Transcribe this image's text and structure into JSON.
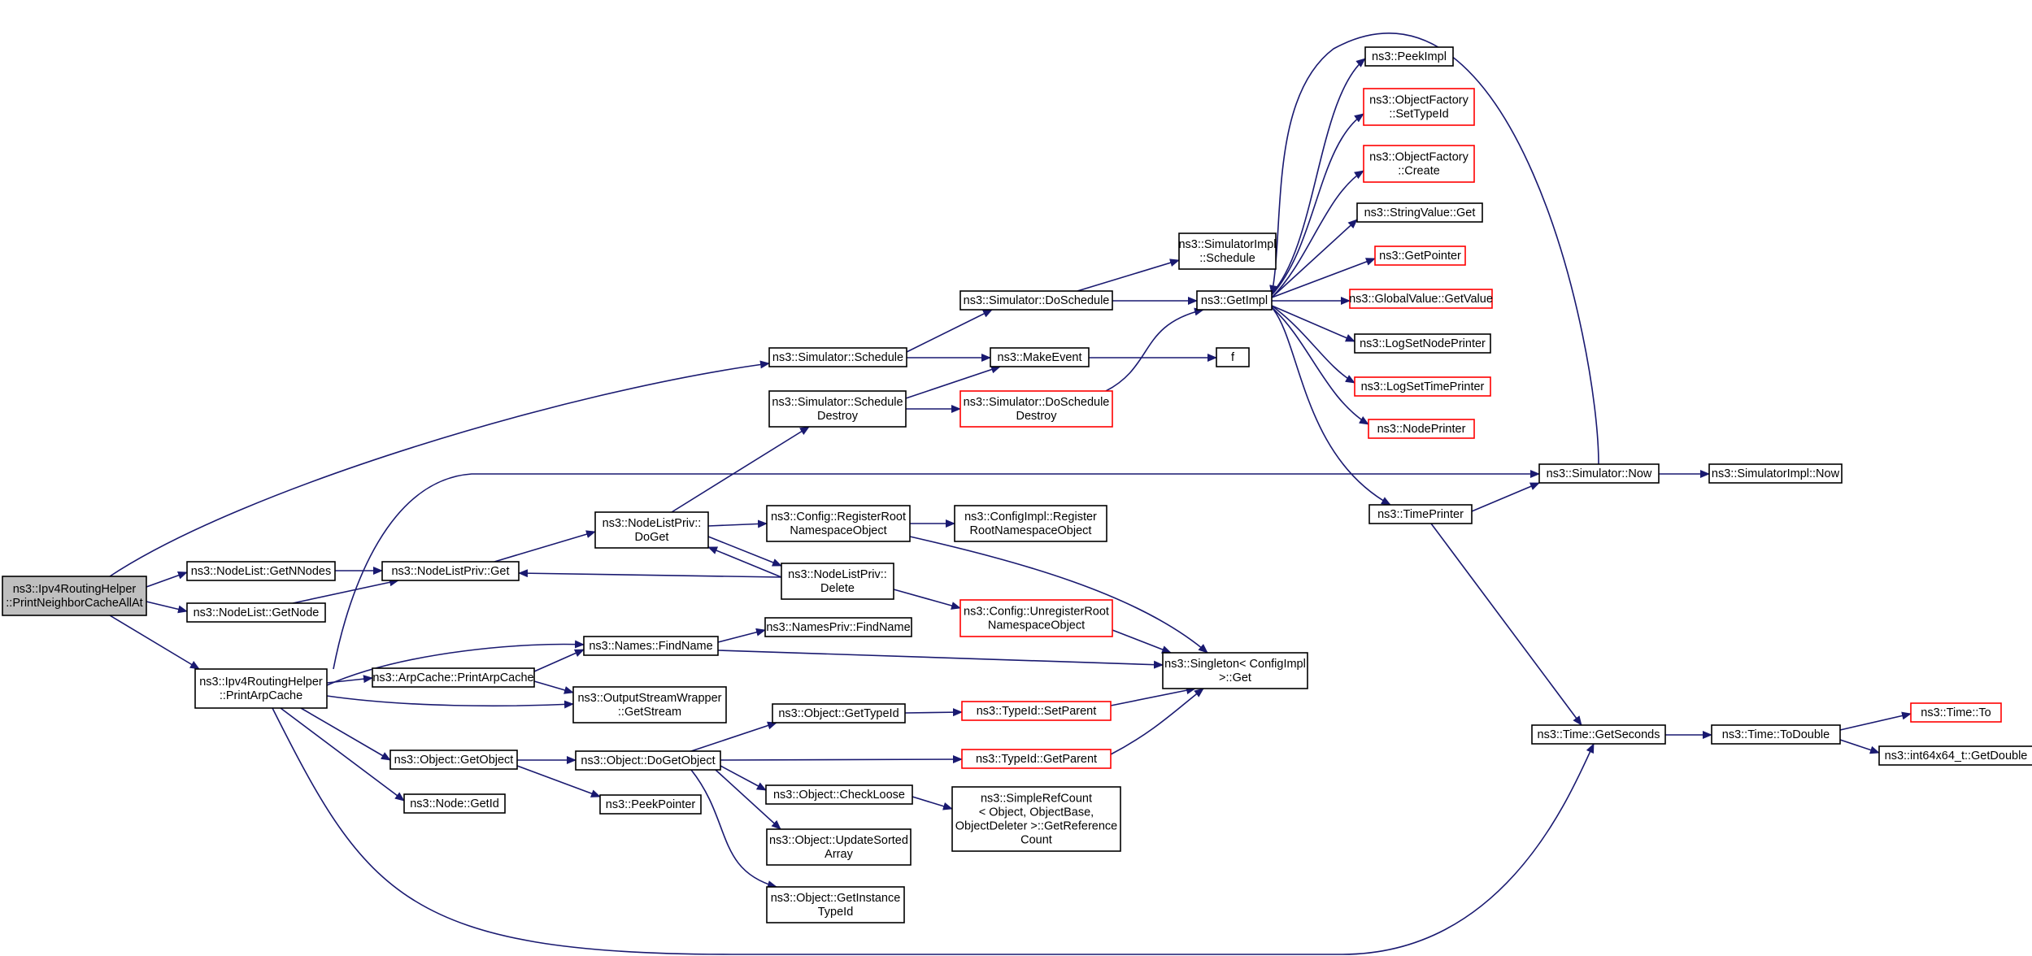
{
  "colors": {
    "edge": "#191970",
    "root_fill": "#bfbfbf",
    "node_fill": "#ffffff",
    "node_border": "#000000",
    "truncated_border": "#ff0000"
  },
  "nodes": [
    {
      "id": "root",
      "lines": [
        "ns3::Ipv4RoutingHelper",
        "::PrintNeighborCacheAllAt"
      ],
      "style": "root"
    },
    {
      "id": "getnnodes",
      "lines": [
        "ns3::NodeList::GetNNodes"
      ],
      "style": "normal"
    },
    {
      "id": "getnode",
      "lines": [
        "ns3::NodeList::GetNode"
      ],
      "style": "normal"
    },
    {
      "id": "printarpcache",
      "lines": [
        "ns3::Ipv4RoutingHelper",
        "::PrintArpCache"
      ],
      "style": "normal"
    },
    {
      "id": "nlp_get",
      "lines": [
        "ns3::NodeListPriv::Get"
      ],
      "style": "normal"
    },
    {
      "id": "nlp_doget",
      "lines": [
        "ns3::NodeListPriv::",
        "DoGet"
      ],
      "style": "normal"
    },
    {
      "id": "sched",
      "lines": [
        "ns3::Simulator::Schedule"
      ],
      "style": "normal"
    },
    {
      "id": "doschedule",
      "lines": [
        "ns3::Simulator::DoSchedule"
      ],
      "style": "normal"
    },
    {
      "id": "impl_schedule",
      "lines": [
        "ns3::SimulatorImpl",
        "::Schedule"
      ],
      "style": "normal"
    },
    {
      "id": "makeevent",
      "lines": [
        "ns3::MakeEvent"
      ],
      "style": "normal"
    },
    {
      "id": "f",
      "lines": [
        "f"
      ],
      "style": "normal"
    },
    {
      "id": "sched_destroy",
      "lines": [
        "ns3::Simulator::Schedule",
        "Destroy"
      ],
      "style": "normal"
    },
    {
      "id": "dosched_destroy",
      "lines": [
        "ns3::Simulator::DoSchedule",
        "Destroy"
      ],
      "style": "truncated"
    },
    {
      "id": "getimpl",
      "lines": [
        "ns3::GetImpl"
      ],
      "style": "normal"
    },
    {
      "id": "peekimpl",
      "lines": [
        "ns3::PeekImpl"
      ],
      "style": "normal"
    },
    {
      "id": "of_settypeid",
      "lines": [
        "ns3::ObjectFactory",
        "::SetTypeId"
      ],
      "style": "truncated"
    },
    {
      "id": "of_create",
      "lines": [
        "ns3::ObjectFactory",
        "::Create"
      ],
      "style": "truncated"
    },
    {
      "id": "stringvalue_get",
      "lines": [
        "ns3::StringValue::Get"
      ],
      "style": "normal"
    },
    {
      "id": "getpointer",
      "lines": [
        "ns3::GetPointer"
      ],
      "style": "truncated"
    },
    {
      "id": "globalvalue_getvalue",
      "lines": [
        "ns3::GlobalValue::GetValue"
      ],
      "style": "truncated"
    },
    {
      "id": "logsetnodeprinter",
      "lines": [
        "ns3::LogSetNodePrinter"
      ],
      "style": "normal"
    },
    {
      "id": "logsettimeprinter",
      "lines": [
        "ns3::LogSetTimePrinter"
      ],
      "style": "truncated"
    },
    {
      "id": "nodeprinter",
      "lines": [
        "ns3::NodePrinter"
      ],
      "style": "truncated"
    },
    {
      "id": "timeprinter",
      "lines": [
        "ns3::TimePrinter"
      ],
      "style": "normal"
    },
    {
      "id": "sim_now",
      "lines": [
        "ns3::Simulator::Now"
      ],
      "style": "normal"
    },
    {
      "id": "simimpl_now",
      "lines": [
        "ns3::SimulatorImpl::Now"
      ],
      "style": "normal"
    },
    {
      "id": "cfg_register",
      "lines": [
        "ns3::Config::RegisterRoot",
        "NamespaceObject"
      ],
      "style": "normal"
    },
    {
      "id": "cfgimpl_register",
      "lines": [
        "ns3::ConfigImpl::Register",
        "RootNamespaceObject"
      ],
      "style": "normal"
    },
    {
      "id": "nlp_delete",
      "lines": [
        "ns3::NodeListPriv::",
        "Delete"
      ],
      "style": "normal"
    },
    {
      "id": "cfg_unregister",
      "lines": [
        "ns3::Config::UnregisterRoot",
        "NamespaceObject"
      ],
      "style": "truncated"
    },
    {
      "id": "singleton_get",
      "lines": [
        "ns3::Singleton< ConfigImpl",
        " >::Get"
      ],
      "style": "normal"
    },
    {
      "id": "names_findname",
      "lines": [
        "ns3::Names::FindName"
      ],
      "style": "normal"
    },
    {
      "id": "namespriv_findname",
      "lines": [
        "ns3::NamesPriv::FindName"
      ],
      "style": "normal"
    },
    {
      "id": "arpcache_print",
      "lines": [
        "ns3::ArpCache::PrintArpCache"
      ],
      "style": "normal"
    },
    {
      "id": "osw_getstream",
      "lines": [
        "ns3::OutputStreamWrapper",
        "::GetStream"
      ],
      "style": "normal"
    },
    {
      "id": "obj_gettypeid",
      "lines": [
        "ns3::Object::GetTypeId"
      ],
      "style": "normal"
    },
    {
      "id": "typeid_setparent",
      "lines": [
        "ns3::TypeId::SetParent"
      ],
      "style": "truncated"
    },
    {
      "id": "obj_getobject",
      "lines": [
        "ns3::Object::GetObject"
      ],
      "style": "normal"
    },
    {
      "id": "obj_dogetobject",
      "lines": [
        "ns3::Object::DoGetObject"
      ],
      "style": "normal"
    },
    {
      "id": "typeid_getparent",
      "lines": [
        "ns3::TypeId::GetParent"
      ],
      "style": "truncated"
    },
    {
      "id": "obj_checkloose",
      "lines": [
        "ns3::Object::CheckLoose"
      ],
      "style": "normal"
    },
    {
      "id": "simplerefcount",
      "lines": [
        "ns3::SimpleRefCount",
        "< Object, ObjectBase,",
        " ObjectDeleter >::GetReference",
        "Count"
      ],
      "style": "normal"
    },
    {
      "id": "obj_updatesorted",
      "lines": [
        "ns3::Object::UpdateSorted",
        "Array"
      ],
      "style": "normal"
    },
    {
      "id": "obj_getinstancetypeid",
      "lines": [
        "ns3::Object::GetInstance",
        "TypeId"
      ],
      "style": "normal"
    },
    {
      "id": "node_getid",
      "lines": [
        "ns3::Node::GetId"
      ],
      "style": "normal"
    },
    {
      "id": "peekpointer",
      "lines": [
        "ns3::PeekPointer"
      ],
      "style": "normal"
    },
    {
      "id": "time_getseconds",
      "lines": [
        "ns3::Time::GetSeconds"
      ],
      "style": "normal"
    },
    {
      "id": "time_todouble",
      "lines": [
        "ns3::Time::ToDouble"
      ],
      "style": "normal"
    },
    {
      "id": "time_to",
      "lines": [
        "ns3::Time::To"
      ],
      "style": "truncated"
    },
    {
      "id": "int64_getdouble",
      "lines": [
        "ns3::int64x64_t::GetDouble"
      ],
      "style": "normal"
    }
  ]
}
